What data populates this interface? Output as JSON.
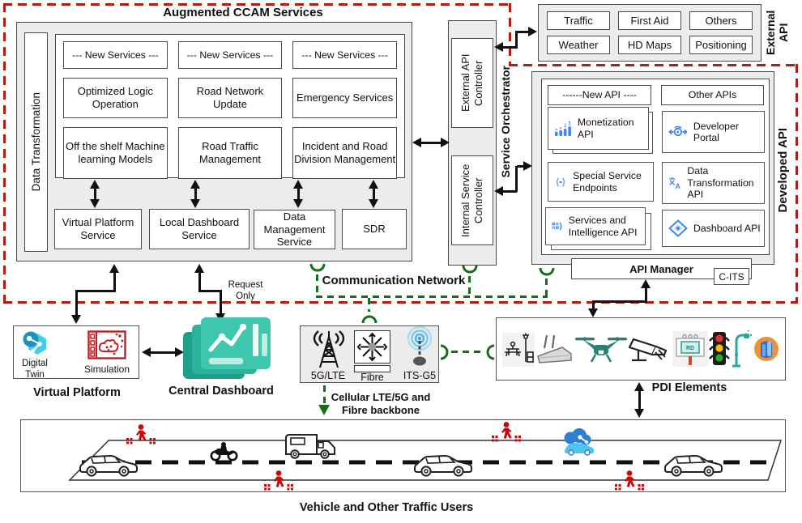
{
  "title": "Augmented CCAM Services",
  "ccam": {
    "data_transformation": "Data Transformation",
    "grid": [
      [
        "--- New Services ---",
        "--- New Services ---",
        "--- New Services ---"
      ],
      [
        "Optimized Logic Operation",
        "Road Network Update",
        "Emergency Services"
      ],
      [
        "Off the shelf Machine learning Models",
        "Road Traffic Management",
        "Incident and Road Division Management"
      ]
    ],
    "services": [
      "Virtual Platform Service",
      "Local Dashboard Service",
      "Data Management Service",
      "SDR"
    ]
  },
  "orchestrator": {
    "label": "Service Orchestrator",
    "external_api_controller": "External API Controller",
    "internal_service_controller": "Internal Service Controller"
  },
  "external_api": {
    "label": "External API",
    "row1": [
      "Traffic",
      "First Aid",
      "Others"
    ],
    "row2": [
      "Weather",
      "HD Maps",
      "Positioning"
    ]
  },
  "developed_api": {
    "label": "Developed API",
    "new_api": "------New API ----",
    "other_apis": "Other APIs",
    "monetization": "Monetization API",
    "developer_portal": "Developer Portal",
    "special_service": "Special Service Endpoints",
    "data_transformation_api": "Data Transformation API",
    "services_intelligence": "Services and Intelligence API",
    "dashboard_api": "Dashboard API",
    "api_manager": "API Manager",
    "c_its": "C-ITS"
  },
  "labels": {
    "communication_network": "Communication Network",
    "request_only": "Request Only",
    "virtual_platform": "Virtual Platform",
    "digital_twin": "Digital Twin",
    "simulation": "Simulation",
    "central_dashboard": "Central Dashboard",
    "g5lte": "5G/LTE",
    "fibre": "Fibre",
    "itsg5": "ITS-G5",
    "backbone_line1": "Cellular LTE/5G and",
    "backbone_line2": "Fibre backbone",
    "pdi_elements": "PDI Elements",
    "road": "Vehicle and Other Traffic Users"
  },
  "colors": {
    "red_dash": "#a8201a",
    "green": "#176d1d",
    "teal": "#3fc7ae",
    "icon_blue": "#4285f4",
    "pedestrian_red": "#c40a0a"
  }
}
